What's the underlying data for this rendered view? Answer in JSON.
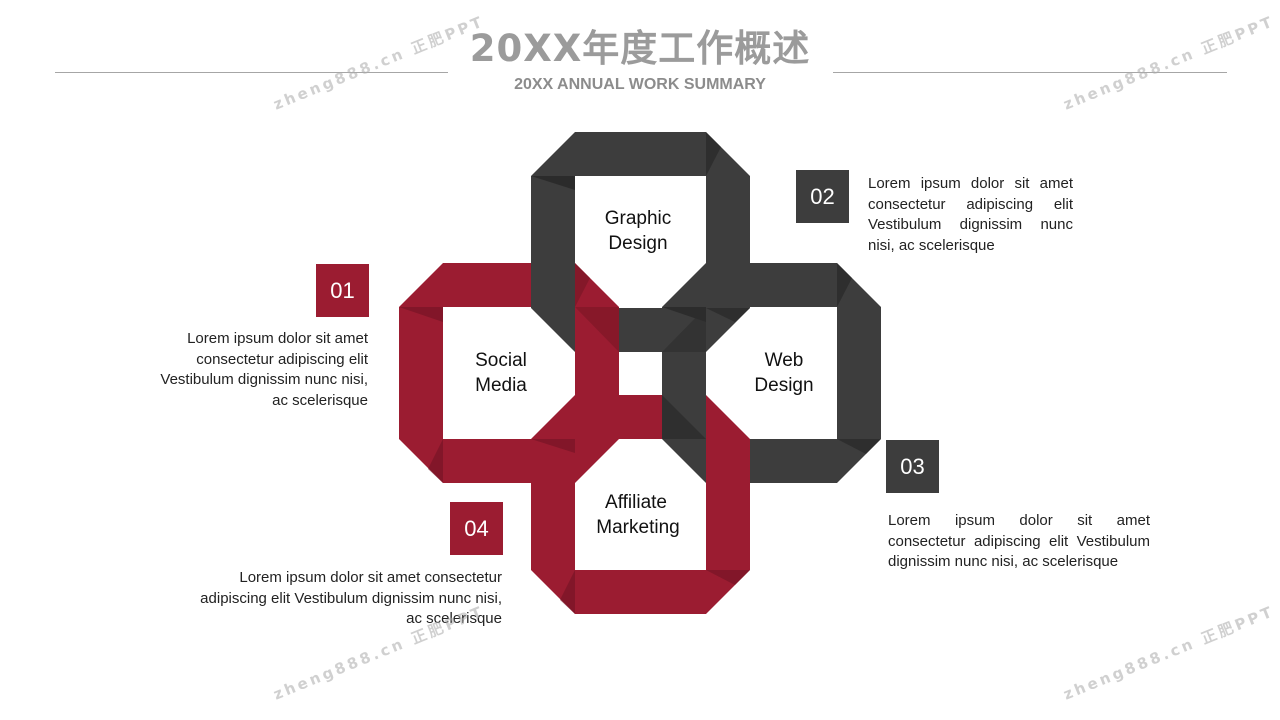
{
  "header": {
    "title": "20XX年度工作概述",
    "subtitle": "20XX ANNUAL WORK SUMMARY"
  },
  "colors": {
    "red": "#9b1c31",
    "red_dark": "#6e1322",
    "gray": "#3d3d3d",
    "gray_dark": "#262626"
  },
  "diagram": {
    "rings": [
      {
        "label_line1": "Social",
        "label_line2": "Media",
        "color": "red"
      },
      {
        "label_line1": "Graphic",
        "label_line2": "Design",
        "color": "gray"
      },
      {
        "label_line1": "Web",
        "label_line2": "Design",
        "color": "gray"
      },
      {
        "label_line1": "Affiliate",
        "label_line2": "Marketing",
        "color": "red"
      }
    ]
  },
  "items": [
    {
      "number": "01",
      "text": "Lorem ipsum dolor sit amet consectetur adipiscing elit Vestibulum dignissim nunc nisi, ac scelerisque"
    },
    {
      "number": "02",
      "text": "Lorem ipsum dolor sit amet consectetur adipiscing elit Vestibulum dignissim nunc nisi, ac scelerisque"
    },
    {
      "number": "03",
      "text": "Lorem ipsum dolor sit amet consectetur adipiscing elit Vestibulum dignissim nunc nisi, ac scelerisque"
    },
    {
      "number": "04",
      "text": "Lorem ipsum dolor sit amet consectetur adipiscing elit Vestibulum dignissim nunc nisi, ac scelerisque"
    }
  ],
  "watermark": "zheng888.cn 正肥PPT"
}
